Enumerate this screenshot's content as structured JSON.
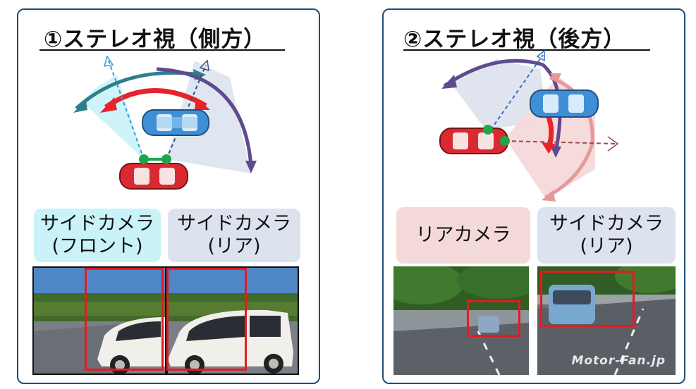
{
  "left_panel": {
    "title": "①ステレオ視（側方）",
    "label_front": {
      "line1": "サイドカメラ",
      "line2": "(フロント)"
    },
    "label_rear": {
      "line1": "サイドカメラ",
      "line2": "(リア)"
    }
  },
  "right_panel": {
    "title": "②ステレオ視（後方）",
    "label_rearcam": {
      "line1": "リアカメラ"
    },
    "label_side": {
      "line1": "サイドカメラ",
      "line2": "(リア)"
    }
  },
  "watermark": "Motor-Fan.jp",
  "colors": {
    "border": "#1f4e79",
    "fov_cyan": "#c9f3f8",
    "fov_lavender": "#dde3ee",
    "fov_pink": "#f4d9d9",
    "arc_teal": "#2e7f8c",
    "arc_purple": "#5e4a8f",
    "arc_red": "#e8232b",
    "arc_pink": "#e49a9a",
    "camera_dot": "#1fa64a",
    "red_car": "#d82a30",
    "blue_car": "#3e8fd6",
    "highlight_box": "#e21b23"
  }
}
